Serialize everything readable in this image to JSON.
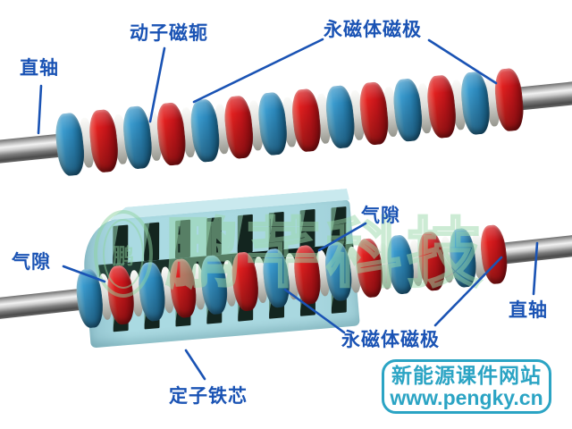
{
  "labels": {
    "shaft_top": "直轴",
    "mover_yoke": "动子磁轭",
    "pm_pole_top": "永磁体磁极",
    "air_gap_right": "气隙",
    "air_gap_left": "气隙",
    "shaft_bottom": "直轴",
    "pm_pole_bottom": "永磁体磁极",
    "stator_core": "定子铁芯"
  },
  "badge": {
    "site_name": "新能源课件网站",
    "site_url": "www.pengky.cn"
  },
  "watermark": {
    "seal_char": "鹏",
    "text": "鹏芊科技"
  },
  "colors": {
    "label_blue": "#1a53b4",
    "badge_teal": "#2ba4c4",
    "magnet_red": "#d81b20",
    "magnet_blue": "#2e8ec2",
    "yoke_white": "#dcdcd8",
    "stator_cyan": "#a9d8e0",
    "watermark_green": "#9ad8aa"
  },
  "figure": {
    "rotors": {
      "top": {
        "magnets": 14,
        "first": "blue"
      },
      "bottom": {
        "magnets": 14,
        "first": "blue"
      }
    },
    "stator": {
      "upper_slots": 8,
      "lower_slots": 8
    }
  }
}
